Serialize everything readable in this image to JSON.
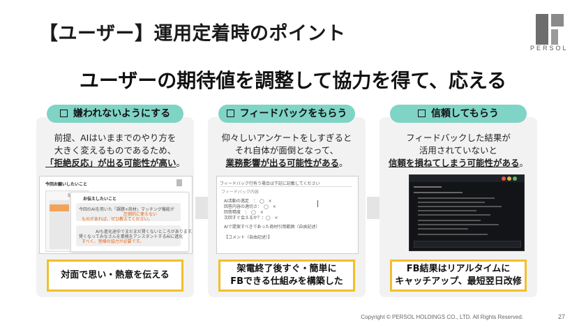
{
  "slide": {
    "title": "【ユーザー】運用定着時のポイント",
    "headline": "ユーザーの期待値を調整して協力を得て、応える",
    "logo_text": "PERSOL",
    "copyright": "Copyright © PERSOL HOLDINGS CO., LTD. All Rights Reserved.",
    "page_number": "27"
  },
  "columns": [
    {
      "heading": "嫌われないようにする",
      "desc_lines": [
        "前提、AIはいままでのやり方を",
        "大きく変えるものであるため、"
      ],
      "desc_em": "「拒絶反応」が出る可能性が高い",
      "desc_end": "。",
      "result_lines": [
        "対面で思い・熱意を伝える"
      ]
    },
    {
      "heading": "フィードバックをもらう",
      "desc_lines": [
        "仰々しいアンケートをしすぎると",
        "それ自体が面倒となって、"
      ],
      "desc_em": "業務影響が出る可能性がある",
      "desc_end": "。",
      "result_lines": [
        "架電終了後すぐ・簡単に",
        "FBできる仕組みを構築した"
      ]
    },
    {
      "heading": "信頼してもらう",
      "desc_lines": [
        "フィードバックした結果が",
        "活用されていないと"
      ],
      "desc_em": "信頼を損ねてしまう可能性がある",
      "desc_end": "。",
      "result_lines": [
        "FB結果はリアルタイムに",
        "キャッチアップ、最短翌日改修"
      ]
    }
  ],
  "shot1": {
    "heading": "今回お願いしたいこと",
    "label": "SFDC",
    "sub_heading": "お伝えしたいこと",
    "msg1_a": "今回のAIを用いた「課題×商材」マッチング機能が",
    "msg1_b": "圧倒的に使えない",
    "msg1_c": "ものがあれば、",
    "msg1_d": "ぜひ教えてください。",
    "msg2_a": "AIも進化途中でまだまだ",
    "msg2_b": "AIも進化途中でまだまだ賢くないところがあります。",
    "msg2_c": "賢くなってみなさんを業務をアシスタントするAIに進化",
    "msg2_d": "すべく、皆様の協力が必要です。"
  },
  "shot2": {
    "header": "フィードバック行有う場合は下記に記載してください",
    "section": "フィードバック内容",
    "rows": [
      "AI活動の満足",
      "回答内容の適切さ",
      "回答精度",
      "次回すぐ会えるか？"
    ],
    "free": "AIで提案すべきであった商材引用範囲（自由記述）",
    "comment": "【コメント（自由記述）】"
  }
}
